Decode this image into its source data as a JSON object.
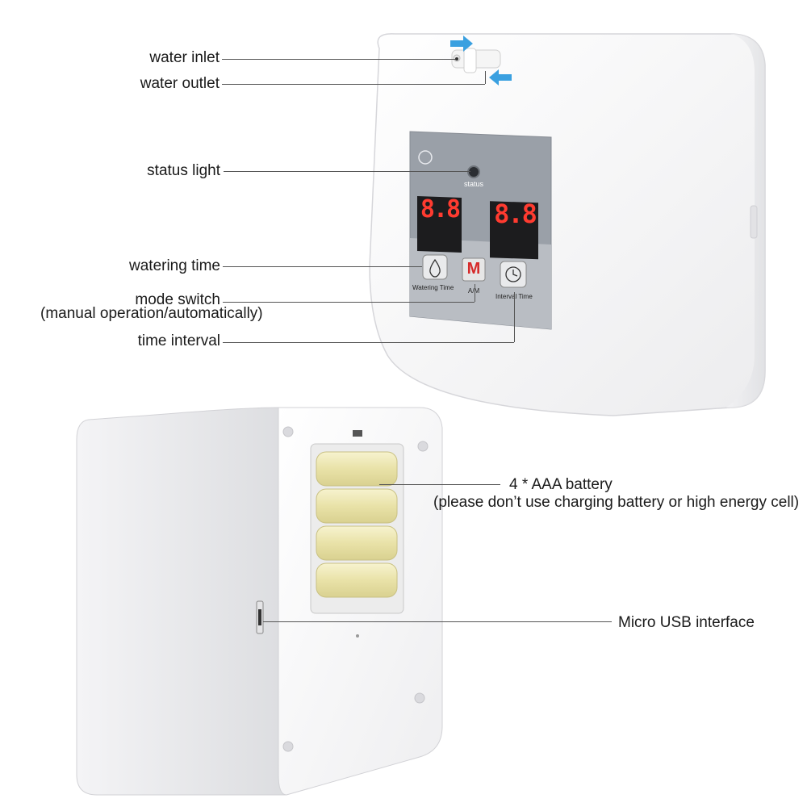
{
  "labels": {
    "water_inlet": "water inlet",
    "water_outlet": "water outlet",
    "status_light": "status light",
    "watering_time": "watering time",
    "mode_switch_line1": "mode switch",
    "mode_switch_line2": "(manual operation/automatically)",
    "time_interval": "time interval",
    "battery_line1": "4 * AAA battery",
    "battery_line2": "(please don’t use charging battery or high energy cell)",
    "micro_usb": "Micro USB interface"
  },
  "panel": {
    "status_caption": "status",
    "display_left": "8.8",
    "display_right": "8.8",
    "btn_watering_caption": "Watering Time",
    "btn_mode_letter": "M",
    "btn_mode_caption": "A/M",
    "btn_interval_caption": "Interval Time"
  },
  "colors": {
    "arrow_blue": "#3aa0e0",
    "mode_red": "#d62a2a",
    "panel_gray": "#9aa0a8",
    "battery_yellow": "#efe9b8"
  }
}
